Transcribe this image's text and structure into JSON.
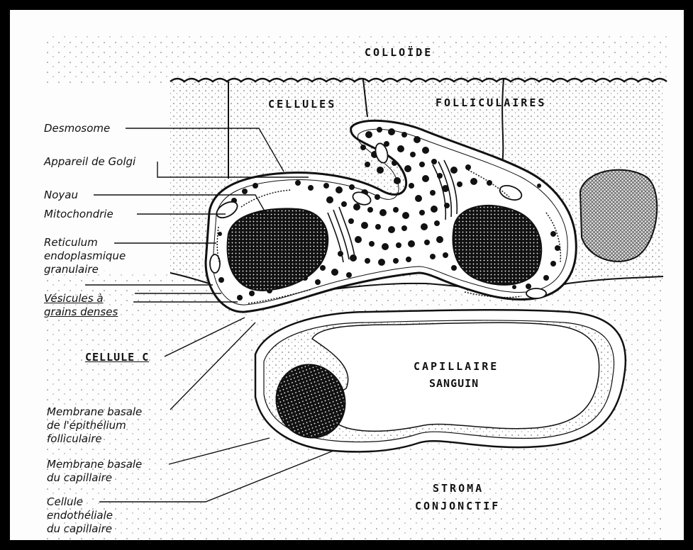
{
  "regions": {
    "colloid": "COLLOÏDE",
    "follicular_cells_1": "CELLULES",
    "follicular_cells_2": "FOLLICULAIRES",
    "capillary_1": "CAPILLAIRE",
    "capillary_2": "SANGUIN",
    "stroma_1": "STROMA",
    "stroma_2": "CONJONCTIF"
  },
  "labels": {
    "desmosome": "Desmosome",
    "golgi": "Appareil de Golgi",
    "nucleus": "Noyau",
    "mitochondria": "Mitochondrie",
    "reticulum_1": "Reticulum",
    "reticulum_2": "endoplasmique",
    "reticulum_3": "granulaire",
    "vesicles_1": "Vésicules à",
    "vesicles_2": "grains denses",
    "c_cell": "CELLULE C",
    "epi_membrane_1": "Membrane basale",
    "epi_membrane_2": "de l'épithélium",
    "epi_membrane_3": "folliculaire",
    "cap_membrane_1": "Membrane basale",
    "cap_membrane_2": "du capillaire",
    "endo_1": "Cellule",
    "endo_2": "endothéliale",
    "endo_3": "du capillaire"
  }
}
